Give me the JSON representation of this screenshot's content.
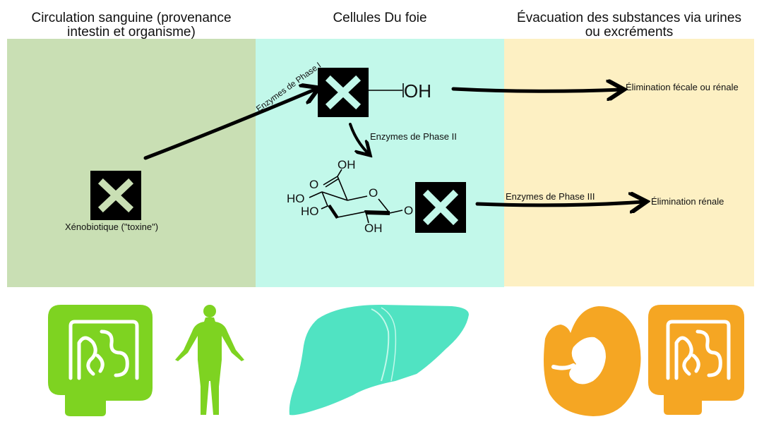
{
  "columns": [
    {
      "title_line1": "Circulation sanguine (provenance",
      "title_line2": "intestin et organisme)"
    },
    {
      "title_line1": "Cellules Du foie",
      "title_line2": ""
    },
    {
      "title_line1": "Évacuation des substances via urines",
      "title_line2": "ou excréments"
    }
  ],
  "colors": {
    "panel_blood": "#c9dfb4",
    "panel_liver": "#c2f8ea",
    "panel_excretion": "#fdf0c3",
    "organ_green": "#7ed321",
    "organ_teal": "#50e3c2",
    "organ_orange": "#f5a623"
  },
  "labels": {
    "xenobiotic": "Xénobiotique (\"toxine\")",
    "phase1": "Enzymes de Phase I",
    "phase2": "Enzymes de Phase II",
    "phase3": "Enzymes de Phase III",
    "hydroxyl": "OH",
    "elim_fecal_renal": "Élimination fécale ou rénale",
    "elim_renal": "Élimination rénale"
  },
  "glucuronide": {
    "oh_top": "OH",
    "o_carbonyl": "O",
    "o_ring": "O",
    "ho_1": "HO",
    "ho_2": "HO",
    "oh_bottom": "OH",
    "o_link": "O"
  },
  "icons": [
    "intestine-icon",
    "human-body-icon",
    "liver-icon",
    "kidney-icon",
    "intestine-icon"
  ]
}
